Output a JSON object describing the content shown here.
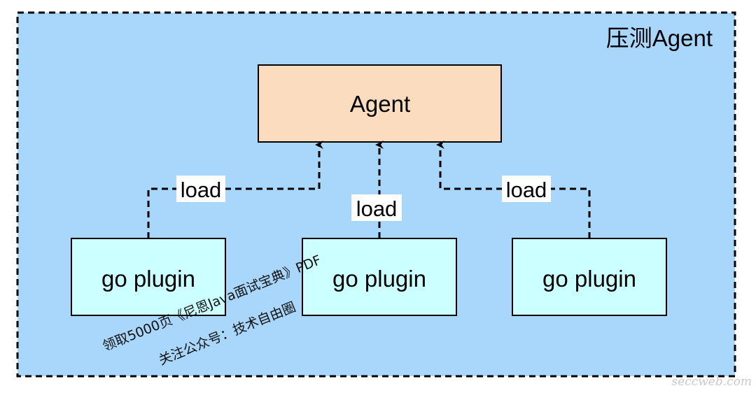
{
  "diagram": {
    "container_label": "压测Agent",
    "agent_node": {
      "label": "Agent"
    },
    "plugin_nodes": [
      {
        "label": "go plugin"
      },
      {
        "label": "go plugin"
      },
      {
        "label": "go plugin"
      }
    ],
    "edges": [
      {
        "label": "load"
      },
      {
        "label": "load"
      },
      {
        "label": "load"
      }
    ]
  },
  "watermark": {
    "line1": "领取5000页《尼恩Java面试宝典》PDF",
    "line2": "关注公众号：技术自由圈"
  },
  "corner_mark": {
    "text": "seccweb.com"
  },
  "colors": {
    "container_fill": "#a9d6fb",
    "agent_fill": "#fbdcbe",
    "plugin_fill": "#ccffff",
    "stroke": "#000000"
  }
}
